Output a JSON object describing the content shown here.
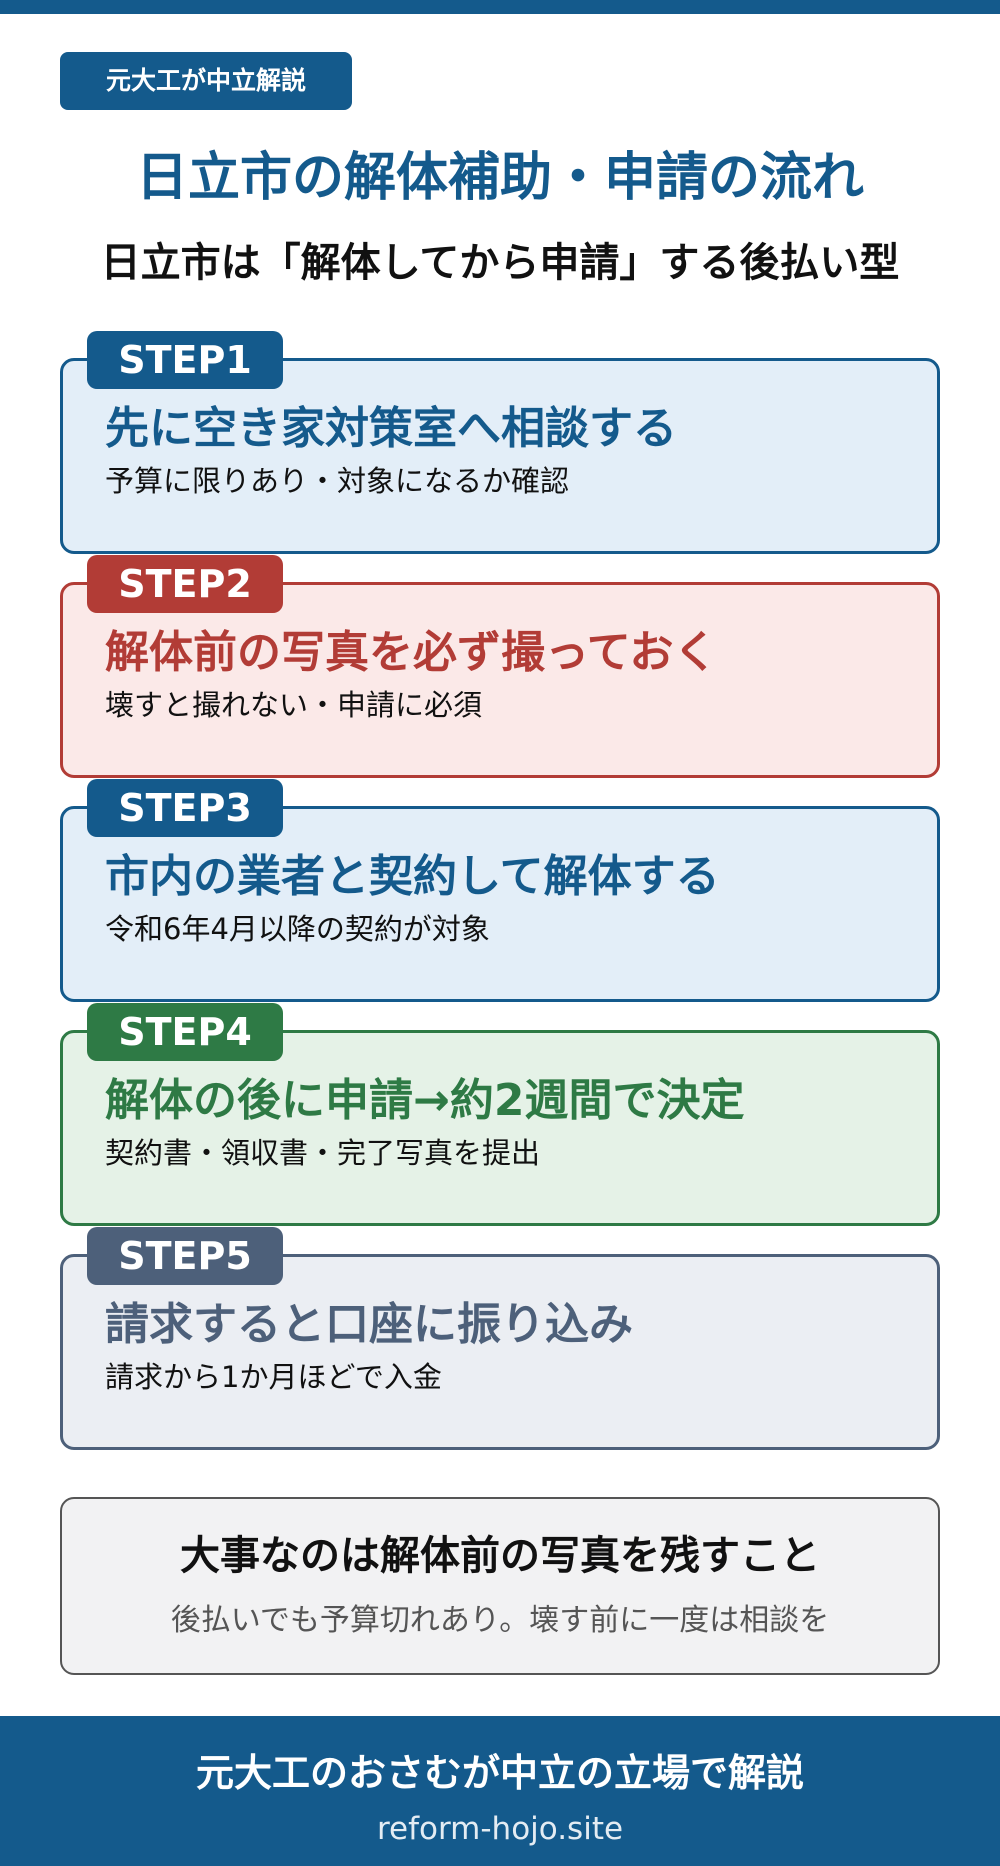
{
  "badge": "元大工が中立解説",
  "title": "日立市の解体補助・申請の流れ",
  "subtitle": "日立市は「解体してから申請」する後払い型",
  "steps": [
    {
      "label": "STEP1",
      "heading": "先に空き家対策室へ相談する",
      "desc": "予算に限りあり・対象になるか確認",
      "color": "#145a8c",
      "bg": "#e3eef8"
    },
    {
      "label": "STEP2",
      "heading": "解体前の写真を必ず撮っておく",
      "desc": "壊すと撮れない・申請に必須",
      "color": "#b23c36",
      "bg": "#fbe9e8"
    },
    {
      "label": "STEP3",
      "heading": "市内の業者と契約して解体する",
      "desc": "令和6年4月以降の契約が対象",
      "color": "#145a8c",
      "bg": "#e3eef8"
    },
    {
      "label": "STEP4",
      "heading": "解体の後に申請→約2週間で決定",
      "desc": "契約書・領収書・完了写真を提出",
      "color": "#2e7a45",
      "bg": "#e5f2e7"
    },
    {
      "label": "STEP5",
      "heading": "請求すると口座に振り込み",
      "desc": "請求から1か月ほどで入金",
      "color": "#4d607a",
      "bg": "#ebeef3"
    }
  ],
  "note": {
    "heading": "大事なのは解体前の写真を残すこと",
    "text": "後払いでも予算切れあり。壊す前に一度は相談を"
  },
  "footer": {
    "text": "元大工のおさむが中立の立場で解説",
    "url": "reform-hojo.site"
  }
}
